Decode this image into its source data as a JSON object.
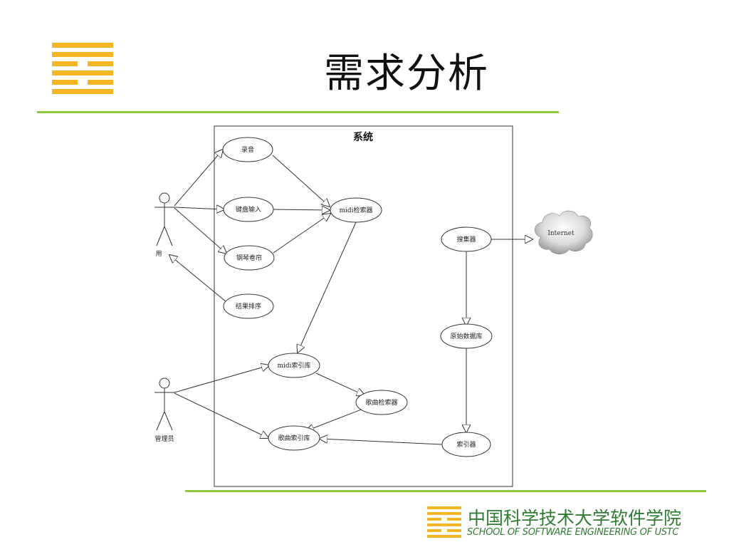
{
  "slide": {
    "title": "需求分析",
    "accent_color": "#8dc63f",
    "logo_color": "#f3b523"
  },
  "diagram": {
    "system_label": "系统",
    "actors": {
      "user": "用",
      "admin": "管理员"
    },
    "use_cases": {
      "record": "录音",
      "keyboard_input": "键盘输入",
      "piano_roll": "钢琴卷帘",
      "result_sort": "结果排序",
      "midi_searcher": "midi检索器",
      "midi_index": "midi索引库",
      "song_searcher": "歌曲检索器",
      "song_index": "歌曲索引库",
      "collector": "搜集器",
      "raw_database": "原始数据库",
      "indexer": "索引器"
    },
    "external": {
      "internet": "Internet"
    }
  },
  "footer": {
    "school_cn": "中国科学技术大学软件学院",
    "school_en": "SCHOOL OF SOFTWARE ENGINEERING OF USTC",
    "text_color": "#2f7d32"
  }
}
